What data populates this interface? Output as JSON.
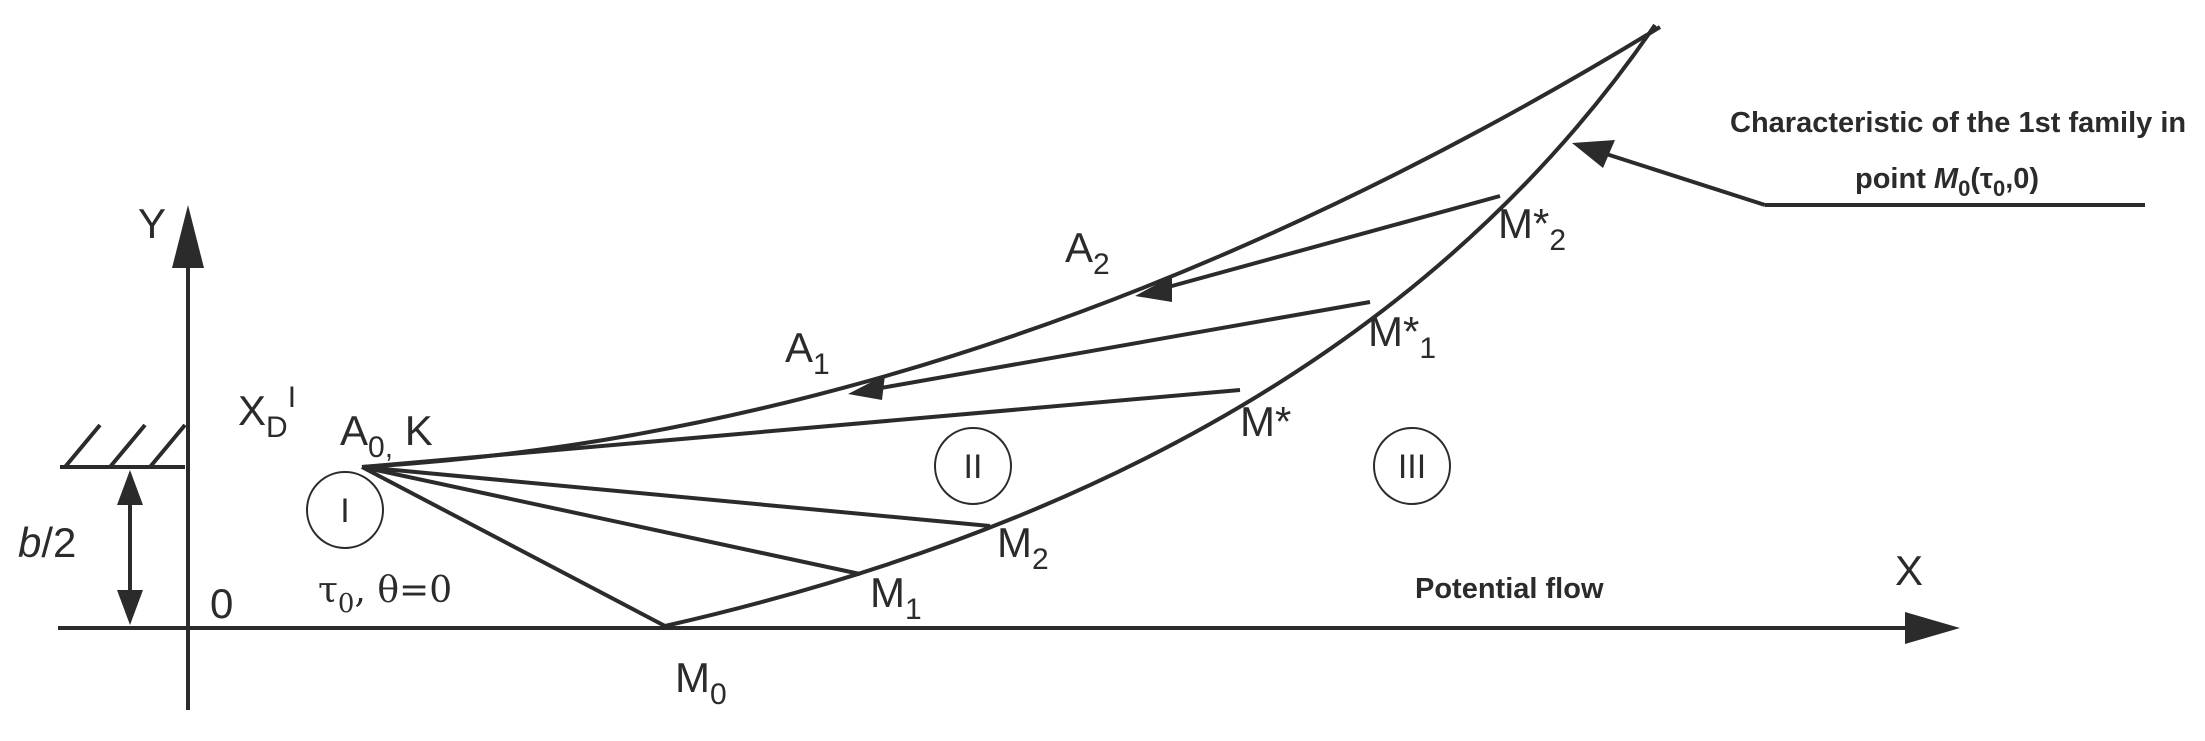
{
  "axes": {
    "x_label": "X",
    "y_label": "Y",
    "origin": "0"
  },
  "width_label": {
    "var": "b",
    "rest": "/2"
  },
  "points": {
    "A0K": {
      "main": "A",
      "sub": "0,",
      "tail": " K"
    },
    "A1": {
      "main": "A",
      "sub": "1"
    },
    "A2": {
      "main": "A",
      "sub": "2"
    },
    "M0": {
      "main": "M",
      "sub": "0"
    },
    "M1": {
      "main": "M",
      "sub": "1"
    },
    "M2": {
      "main": "M",
      "sub": "2"
    },
    "Mstar": {
      "main": "M*"
    },
    "Mstar1": {
      "main": "M*",
      "sub": "1"
    },
    "Mstar2": {
      "main": "M*",
      "sub": "2"
    },
    "XD": {
      "main": "X",
      "sub": "D",
      "sup": "I"
    }
  },
  "regions": {
    "I": "I",
    "II": "II",
    "III": "III"
  },
  "initial_conditions": {
    "tau": "τ",
    "tau_sub": "0",
    "rest": ", θ=0"
  },
  "labels": {
    "potential_flow": "Potential flow"
  },
  "callout": {
    "line1": "Characteristic of the 1st family in",
    "line2_prefix": "point ",
    "line2_var": "M",
    "line2_sub": "0",
    "line2_paren_open": "(τ",
    "line2_paren_sub": "0",
    "line2_paren_close": ",0)"
  },
  "colors": {
    "ink": "#2b2b2b",
    "background": "#ffffff"
  }
}
